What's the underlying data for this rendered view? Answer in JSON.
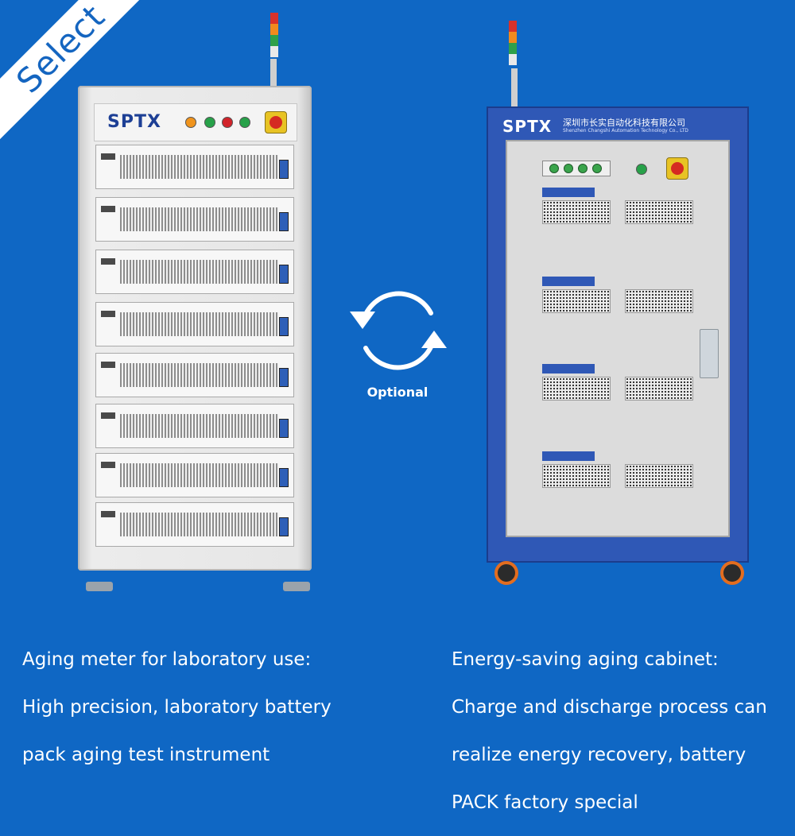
{
  "badge": {
    "label": "Select"
  },
  "left_cabinet": {
    "brand": "SPTX",
    "unit_count": 8
  },
  "right_cabinet": {
    "brand": "SPTX",
    "company_cn": "深圳市长实自动化科技有限公司",
    "company_en": "Shenzhen Changshi Automation Technology Co., LTD"
  },
  "center": {
    "label": "Optional"
  },
  "left_text": {
    "title": "Aging meter for laboratory use:",
    "line1": "High precision, laboratory battery",
    "line2": "pack aging test instrument"
  },
  "right_text": {
    "title": "Energy-saving aging cabinet:",
    "line1": "Charge and discharge process can",
    "line2": "realize energy recovery, battery",
    "line3": "PACK factory special"
  },
  "colors": {
    "background": "#0f67c4",
    "cabinet_blue": "#2f58b6",
    "text": "#ffffff"
  }
}
